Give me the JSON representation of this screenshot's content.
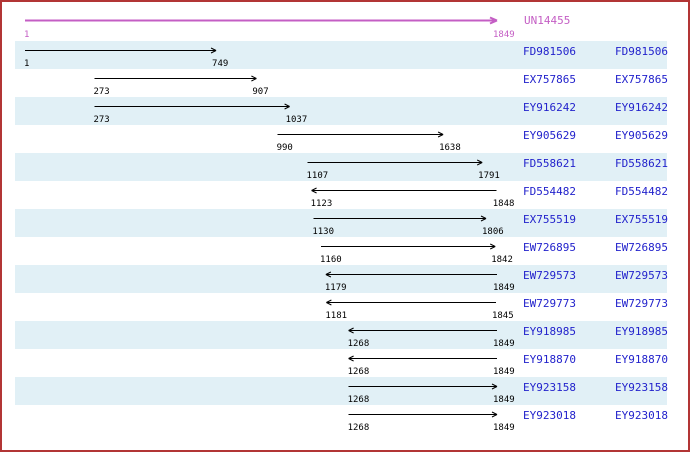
{
  "consensus": {
    "name": "UN14455",
    "start": 1,
    "end": 1849,
    "direction": "right"
  },
  "rows": [
    {
      "accession": "FD981506",
      "start": 1,
      "end": 749,
      "direction": "right"
    },
    {
      "accession": "EX757865",
      "start": 273,
      "end": 907,
      "direction": "right"
    },
    {
      "accession": "EY916242",
      "start": 273,
      "end": 1037,
      "direction": "right"
    },
    {
      "accession": "EY905629",
      "start": 990,
      "end": 1638,
      "direction": "right"
    },
    {
      "accession": "FD558621",
      "start": 1107,
      "end": 1791,
      "direction": "right"
    },
    {
      "accession": "FD554482",
      "start": 1123,
      "end": 1848,
      "direction": "left"
    },
    {
      "accession": "EX755519",
      "start": 1130,
      "end": 1806,
      "direction": "right"
    },
    {
      "accession": "EW726895",
      "start": 1160,
      "end": 1842,
      "direction": "right"
    },
    {
      "accession": "EW729573",
      "start": 1179,
      "end": 1849,
      "direction": "left"
    },
    {
      "accession": "EW729773",
      "start": 1181,
      "end": 1845,
      "direction": "left"
    },
    {
      "accession": "EY918985",
      "start": 1268,
      "end": 1849,
      "direction": "left"
    },
    {
      "accession": "EY918870",
      "start": 1268,
      "end": 1849,
      "direction": "left"
    },
    {
      "accession": "EY923158",
      "start": 1268,
      "end": 1849,
      "direction": "right"
    },
    {
      "accession": "EY923018",
      "start": 1268,
      "end": 1849,
      "direction": "right"
    }
  ],
  "colors": {
    "frame_border": "#b23535",
    "row_highlight": "#e1f0f6",
    "accession_link": "#2222cc",
    "consensus_accent": "#c45ec4",
    "sequence_arrow": "#000000"
  }
}
